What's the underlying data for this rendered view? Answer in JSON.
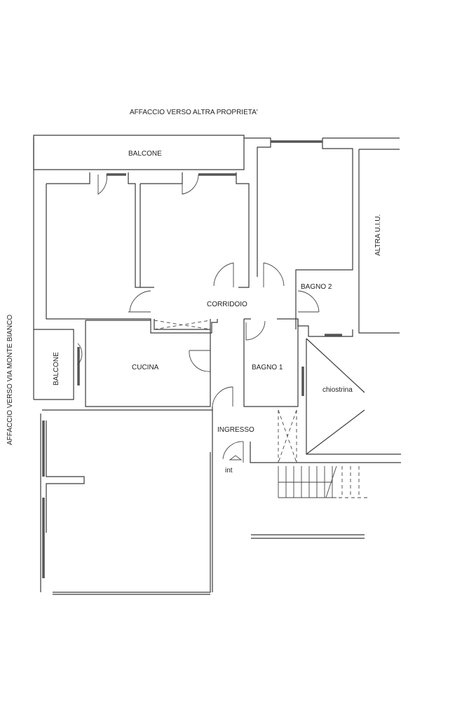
{
  "plan": {
    "title_top": "AFFACCIO VERSO ALTRA PROPRIETA'",
    "title_left": "AFFACCIO VERSO VIA MONTE BIANCO",
    "label_right": "ALTRA U.I.U.",
    "rooms": {
      "balcone_top": "BALCONE",
      "corridoio": "CORRIDOIO",
      "bagno2": "BAGNO 2",
      "balcone_left": "BALCONE",
      "cucina": "CUCINA",
      "bagno1": "BAGNO 1",
      "chiostrina": "chiostrina",
      "ingresso": "INGRESSO"
    },
    "entrance_label": "int"
  }
}
